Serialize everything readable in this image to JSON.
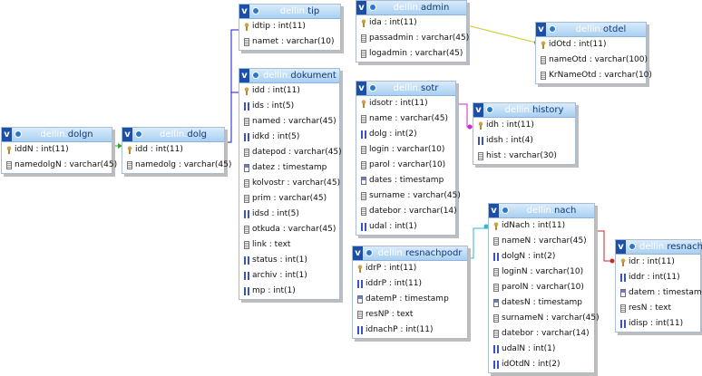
{
  "db_prefix": "dellin",
  "colors": {
    "header_top": "#d9ecfb",
    "header_bottom": "#a9cff0",
    "link_blue": "#1a1acd",
    "link_green": "#2ea82e",
    "link_yellow": "#c8cc2a",
    "link_magenta": "#cc2ad0",
    "link_cyan": "#2ab8d4",
    "link_red": "#c42a2a"
  },
  "tables": [
    {
      "id": "tip",
      "name": "tip",
      "fields": [
        {
          "label": "idtip : int(11)",
          "icon": "key-icon"
        },
        {
          "label": "namet : varchar(10)",
          "icon": "text-icon"
        }
      ]
    },
    {
      "id": "admin",
      "name": "admin",
      "fields": [
        {
          "label": "ida : int(11)",
          "icon": "key-icon"
        },
        {
          "label": "passadmin : varchar(45)",
          "icon": "text-icon"
        },
        {
          "label": "logadmin : varchar(45)",
          "icon": "text-icon"
        }
      ]
    },
    {
      "id": "otdel",
      "name": "otdel",
      "fields": [
        {
          "label": "idOtd : int(11)",
          "icon": "key-icon"
        },
        {
          "label": "nameOtd : varchar(100)",
          "icon": "text-icon"
        },
        {
          "label": "KrNameOtd : varchar(10)",
          "icon": "text-icon"
        }
      ]
    },
    {
      "id": "dokument",
      "name": "dokument",
      "fields": [
        {
          "label": "idd : int(11)",
          "icon": "key-icon"
        },
        {
          "label": "ids : int(5)",
          "icon": "int-icon"
        },
        {
          "label": "named : varchar(45)",
          "icon": "text-icon"
        },
        {
          "label": "idkd : int(5)",
          "icon": "int-icon"
        },
        {
          "label": "datepod : varchar(45)",
          "icon": "text-icon"
        },
        {
          "label": "datez : timestamp",
          "icon": "date-icon"
        },
        {
          "label": "kolvostr : varchar(45)",
          "icon": "text-icon"
        },
        {
          "label": "prim : varchar(45)",
          "icon": "text-icon"
        },
        {
          "label": "idsd : int(5)",
          "icon": "int-icon"
        },
        {
          "label": "otkuda : varchar(45)",
          "icon": "text-icon"
        },
        {
          "label": "link : text",
          "icon": "text-icon"
        },
        {
          "label": "status : int(1)",
          "icon": "int-icon"
        },
        {
          "label": "archiv : int(1)",
          "icon": "int-icon"
        },
        {
          "label": "mp : int(1)",
          "icon": "int-icon"
        }
      ]
    },
    {
      "id": "sotr",
      "name": "sotr",
      "fields": [
        {
          "label": "idsotr : int(11)",
          "icon": "key-icon"
        },
        {
          "label": "name : varchar(45)",
          "icon": "text-icon"
        },
        {
          "label": "dolg : int(2)",
          "icon": "int-icon"
        },
        {
          "label": "login : varchar(10)",
          "icon": "text-icon"
        },
        {
          "label": "parol : varchar(10)",
          "icon": "text-icon"
        },
        {
          "label": "dates : timestamp",
          "icon": "date-icon"
        },
        {
          "label": "surname : varchar(45)",
          "icon": "text-icon"
        },
        {
          "label": "datebor : varchar(14)",
          "icon": "text-icon"
        },
        {
          "label": "udal : int(1)",
          "icon": "int-icon"
        }
      ]
    },
    {
      "id": "history",
      "name": "history",
      "fields": [
        {
          "label": "idh : int(11)",
          "icon": "key-icon"
        },
        {
          "label": "idsh : int(4)",
          "icon": "int-icon"
        },
        {
          "label": "hist : varchar(30)",
          "icon": "text-icon"
        }
      ]
    },
    {
      "id": "dolgn",
      "name": "dolgn",
      "fields": [
        {
          "label": "iddN : int(11)",
          "icon": "key-icon"
        },
        {
          "label": "namedolgN : varchar(45)",
          "icon": "text-icon"
        }
      ]
    },
    {
      "id": "dolg",
      "name": "dolg",
      "fields": [
        {
          "label": "idd : int(11)",
          "icon": "key-icon"
        },
        {
          "label": "namedolg : varchar(45)",
          "icon": "text-icon"
        }
      ]
    },
    {
      "id": "resnachpodr",
      "name": "resnachpodr",
      "fields": [
        {
          "label": "idrP : int(11)",
          "icon": "key-icon"
        },
        {
          "label": "iddrP : int(11)",
          "icon": "int-icon"
        },
        {
          "label": "datemP : timestamp",
          "icon": "date-icon"
        },
        {
          "label": "resNP : text",
          "icon": "text-icon"
        },
        {
          "label": "idnachP : int(11)",
          "icon": "int-icon"
        }
      ]
    },
    {
      "id": "nach",
      "name": "nach",
      "fields": [
        {
          "label": "idNach : int(11)",
          "icon": "key-icon"
        },
        {
          "label": "nameN : varchar(45)",
          "icon": "text-icon"
        },
        {
          "label": "dolgN : int(2)",
          "icon": "int-icon"
        },
        {
          "label": "loginN : varchar(10)",
          "icon": "text-icon"
        },
        {
          "label": "parolN : varchar(10)",
          "icon": "text-icon"
        },
        {
          "label": "datesN : timestamp",
          "icon": "date-icon"
        },
        {
          "label": "surnameN : varchar(45)",
          "icon": "text-icon"
        },
        {
          "label": "datebor : varchar(14)",
          "icon": "text-icon"
        },
        {
          "label": "udalN : int(1)",
          "icon": "int-icon"
        },
        {
          "label": "idOtdN : int(2)",
          "icon": "int-icon"
        }
      ]
    },
    {
      "id": "resnach",
      "name": "resnach",
      "fields": [
        {
          "label": "idr : int(11)",
          "icon": "key-icon"
        },
        {
          "label": "iddr : int(11)",
          "icon": "int-icon"
        },
        {
          "label": "datem : timestamp",
          "icon": "date-icon"
        },
        {
          "label": "resN : text",
          "icon": "text-icon"
        },
        {
          "label": "idisp : int(11)",
          "icon": "int-icon"
        }
      ]
    }
  ]
}
